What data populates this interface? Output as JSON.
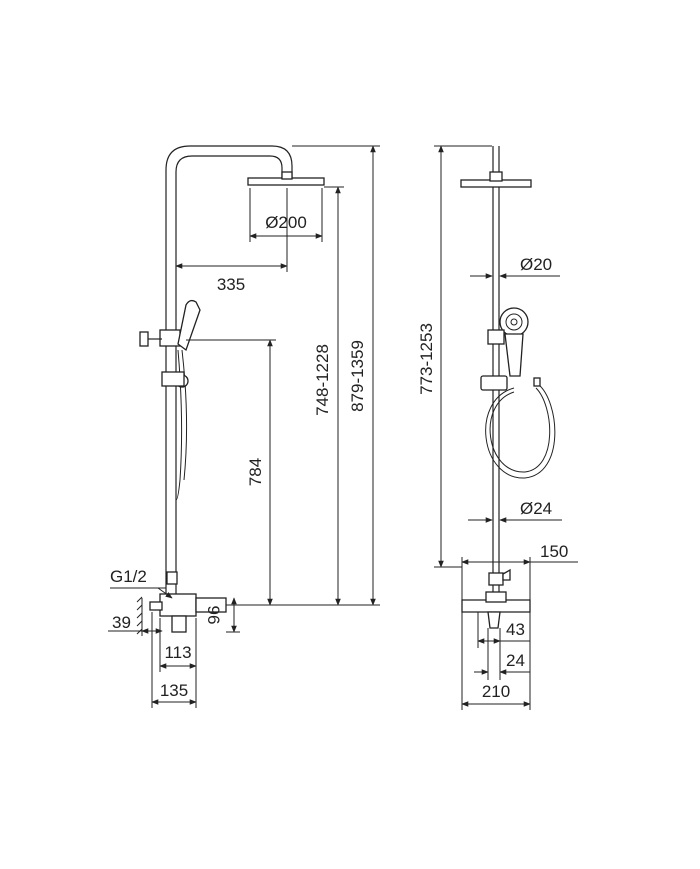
{
  "drawing": {
    "side_view": {
      "shower_head_diameter": "Ø200",
      "arm_reach": "335",
      "handshower_height": "784",
      "head_height_range": "748-1228",
      "total_height_range": "879-1359",
      "inlet_thread": "G1/2",
      "wall_distance": "39",
      "mixer_height": "96",
      "mixer_depth": "113",
      "total_depth": "135"
    },
    "front_view": {
      "height_range": "773-1253",
      "upper_pipe_diameter": "Ø20",
      "lower_pipe_diameter": "Ø24",
      "inlet_spacing": "150",
      "lever_width": "43",
      "outlet_width": "24",
      "mixer_width": "210"
    }
  }
}
